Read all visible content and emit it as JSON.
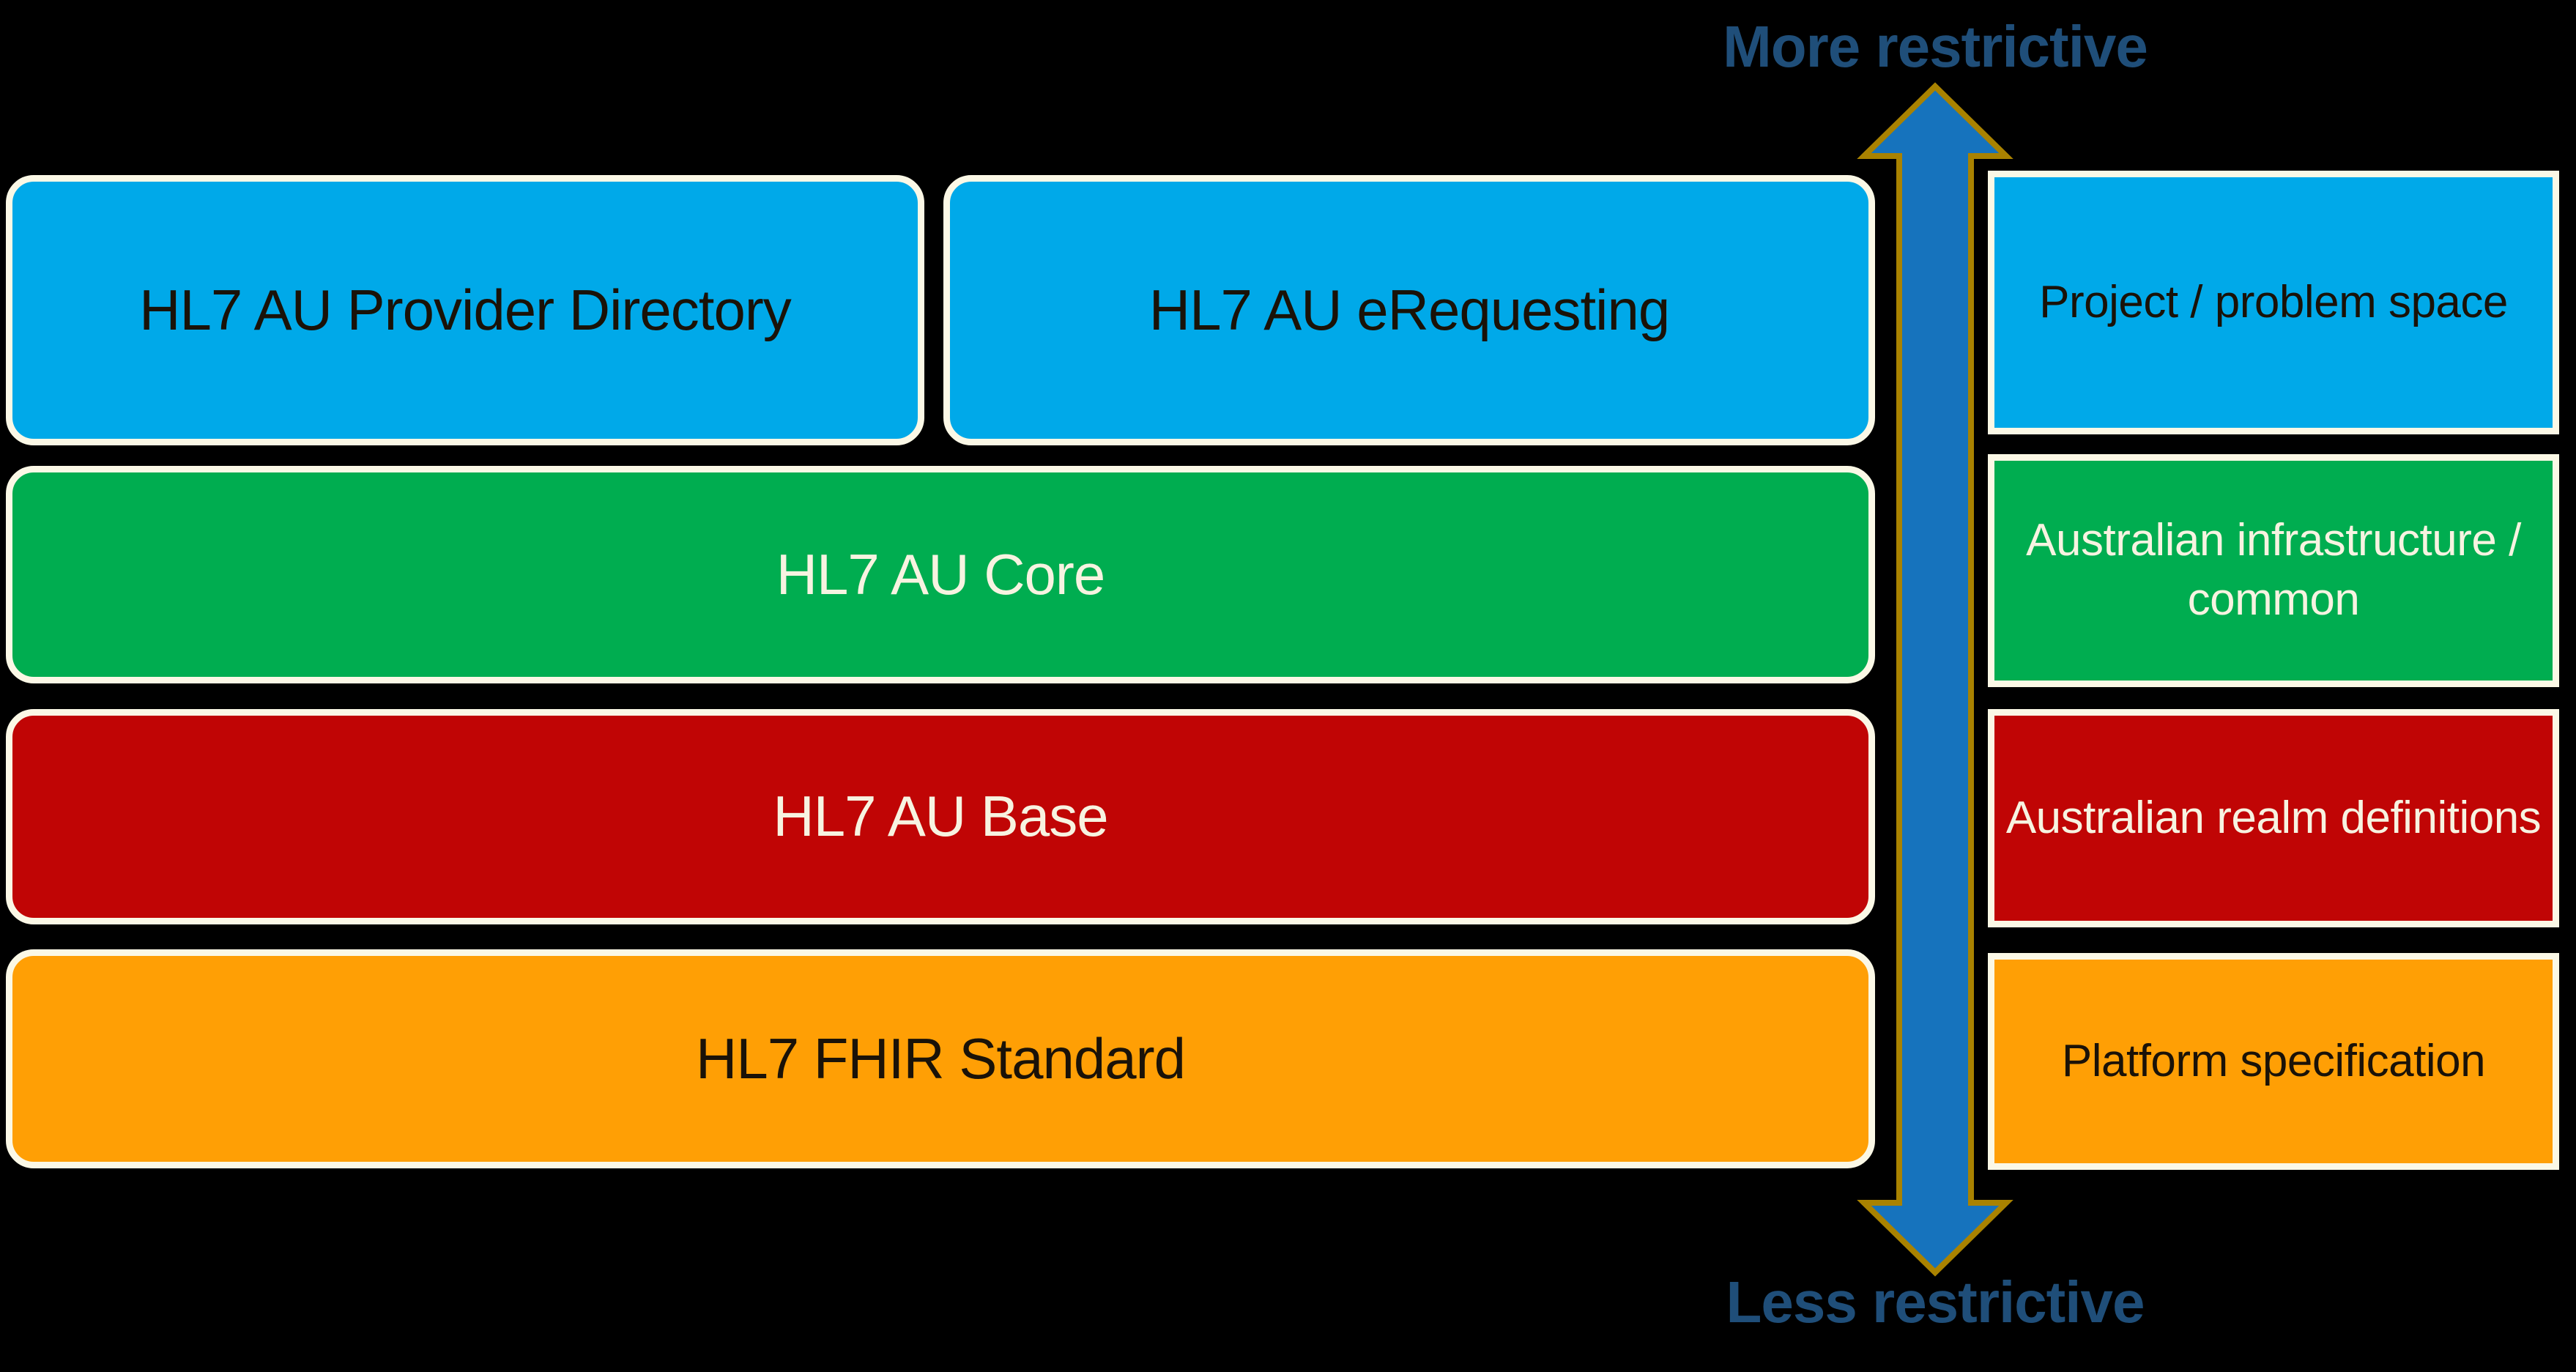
{
  "palette": {
    "background": "#000000",
    "cream_border": "#fbf8e6",
    "cream_text": "#f7f3e1",
    "dark_text": "#1a1208",
    "blue": "#00a9e9",
    "green": "#00ad50",
    "red": "#c00505",
    "orange": "#ff9f05",
    "arrow_fill": "#1673bd",
    "arrow_border": "#a98200",
    "title_text": "#1f4e79"
  },
  "arrow": {
    "top_label": "More restrictive",
    "bottom_label": "Less restrictive"
  },
  "left_column": {
    "row1": {
      "boxes": [
        {
          "label": "HL7 AU Provider Directory"
        },
        {
          "label": "HL7 AU eRequesting"
        }
      ]
    },
    "row2": {
      "label": "HL7 AU Core"
    },
    "row3": {
      "label": "HL7 AU Base"
    },
    "row4": {
      "label": "HL7 FHIR Standard"
    }
  },
  "right_column": {
    "row1": {
      "label": "Project / problem space"
    },
    "row2": {
      "label": "Australian infrastructure / common"
    },
    "row3": {
      "label": "Australian realm definitions"
    },
    "row4": {
      "label": "Platform specification"
    }
  }
}
